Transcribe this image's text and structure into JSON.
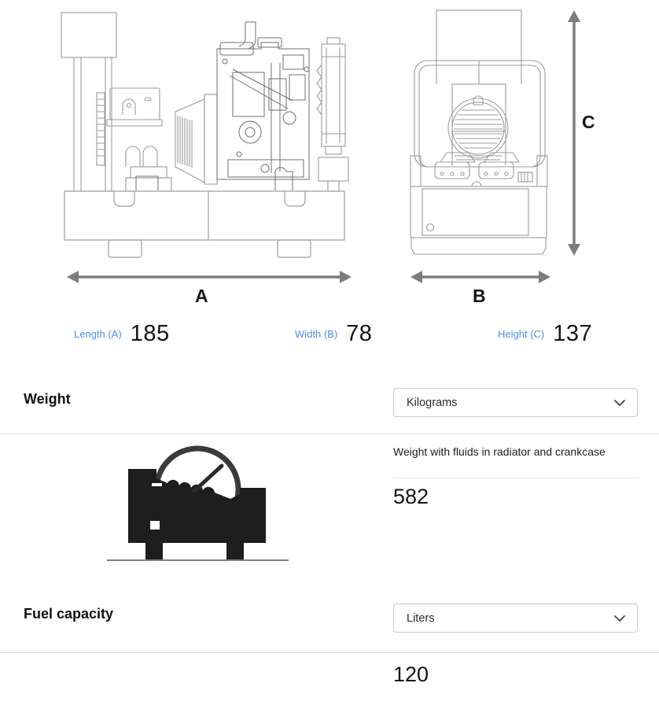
{
  "drawings": {
    "side_view": "generator side view technical drawing",
    "front_view": "generator front view technical drawing",
    "arrow_a": "A",
    "arrow_b": "B",
    "arrow_c": "C"
  },
  "metrics": {
    "length": {
      "label": "Length (A)",
      "value": "185"
    },
    "width": {
      "label": "Width (B)",
      "value": "78"
    },
    "height": {
      "label": "Height (C)",
      "value": "137"
    }
  },
  "weight": {
    "heading": "Weight",
    "unit": "Kilograms",
    "row_label": "Weight with fluids in radiator and crankcase",
    "value": "582"
  },
  "fuel": {
    "heading": "Fuel capacity",
    "unit": "Liters",
    "value": "120"
  },
  "icons": {
    "weight_icon": "generator-with-gauge",
    "unit_chevron": "chevron-down"
  },
  "colors": {
    "accent_blue": "#4a90e2",
    "arrow_gray": "#7d7d7d",
    "drawing_line": "#9b9b9b",
    "drawing_detail": "#6f6f6f",
    "divider": "#dcdcdc",
    "text_dark": "#141414",
    "icon_black": "#1e1e1e"
  }
}
